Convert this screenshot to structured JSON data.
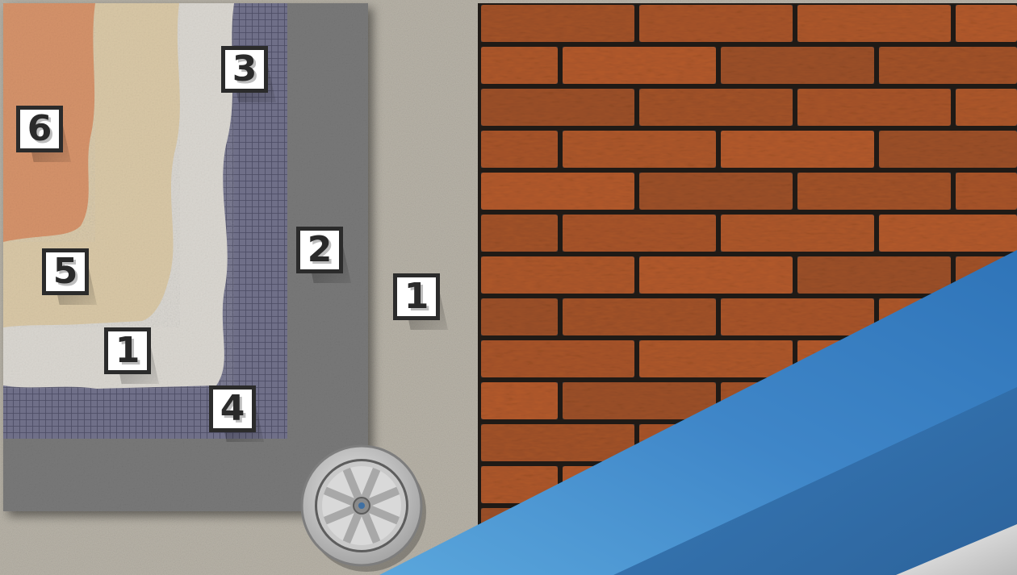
{
  "colors": {
    "brick": "#b35a2c",
    "mortar": "#1f1a16",
    "base_plaster": "#b8b3a8",
    "foam_board": "#777777",
    "mesh": "#6f6f88",
    "finish_coat": "#d9d6d0",
    "primer_coat": "#d8c7a6",
    "decor_coat": "#d4926a",
    "accent_blue": "#3f86c8",
    "callout_border": "#2b2b2b"
  },
  "callouts": [
    {
      "id": "callout-3",
      "label": "3"
    },
    {
      "id": "callout-6",
      "label": "6"
    },
    {
      "id": "callout-2",
      "label": "2"
    },
    {
      "id": "callout-1-right",
      "label": "1"
    },
    {
      "id": "callout-5",
      "label": "5"
    },
    {
      "id": "callout-1-left",
      "label": "1"
    },
    {
      "id": "callout-4",
      "label": "4"
    }
  ],
  "icons": {
    "anchor": "facade-anchor-dowel-icon"
  }
}
